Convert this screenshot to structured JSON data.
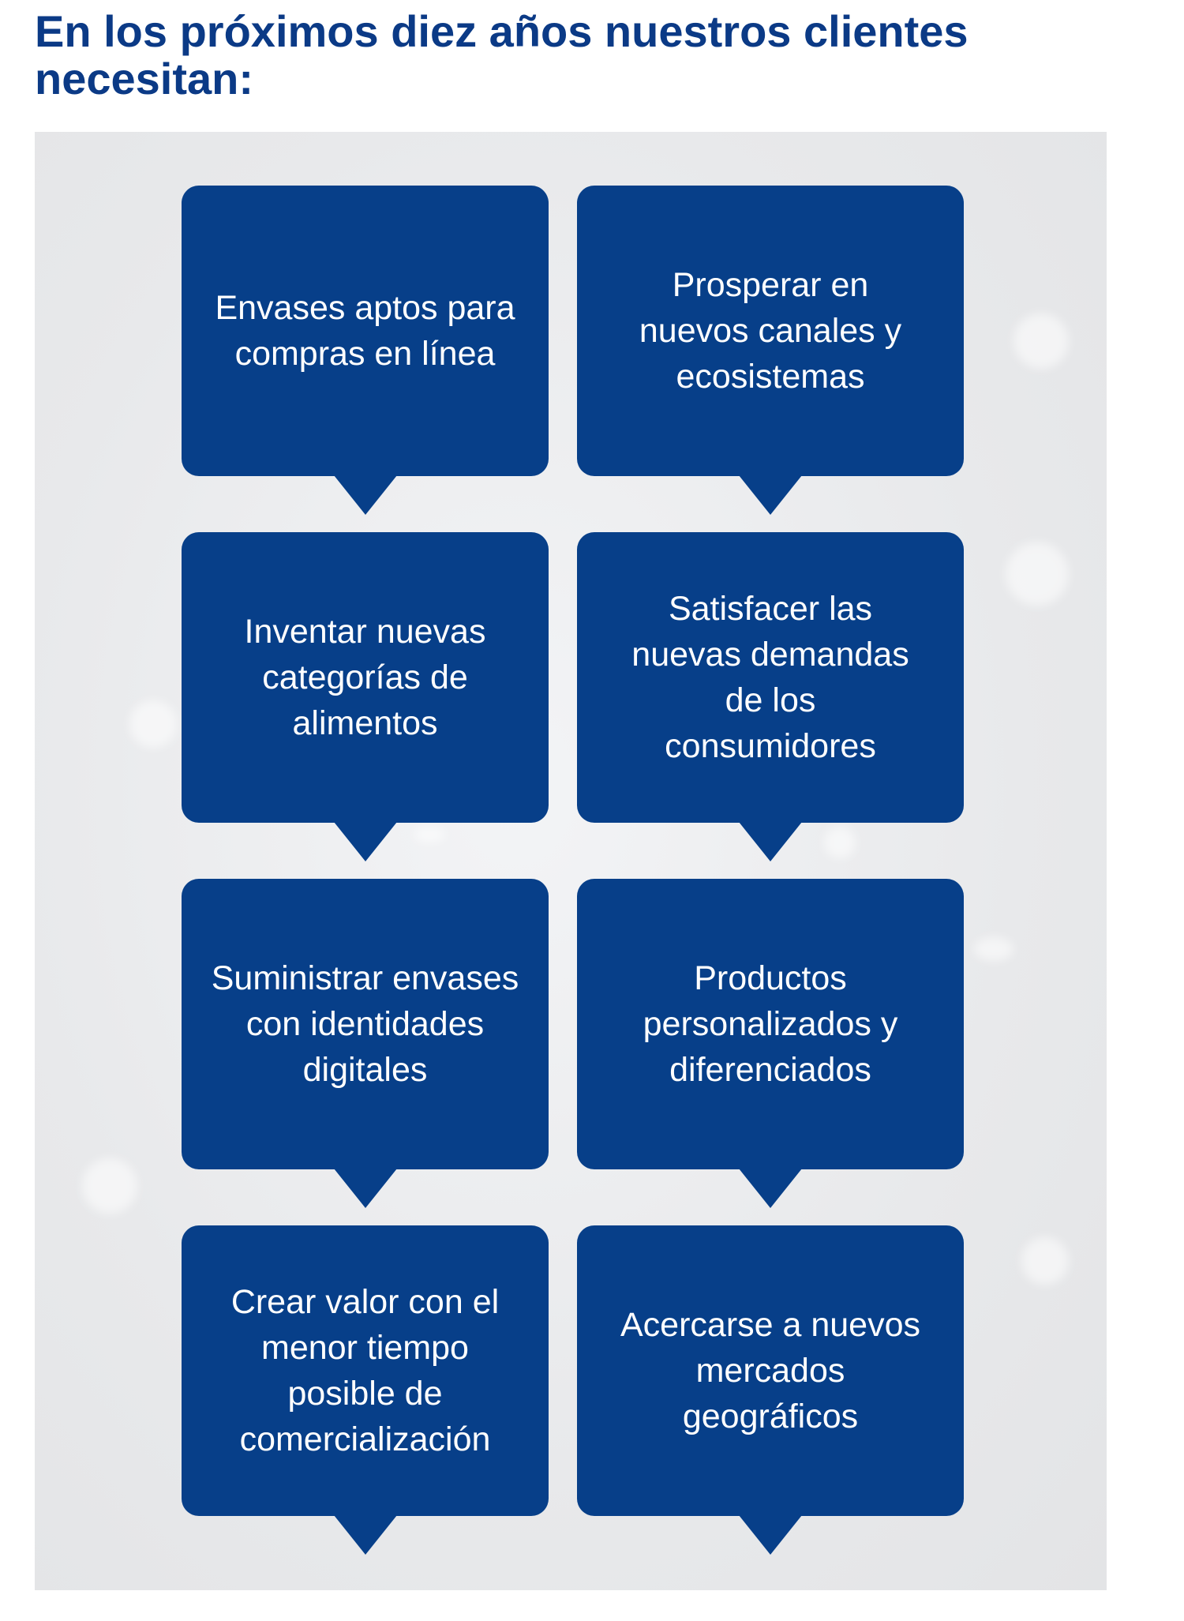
{
  "title": "En los próximos diez años nuestros clientes\nnecesitan:",
  "items": [
    {
      "text": "Envases aptos para\ncompras en línea"
    },
    {
      "text": "Prosperar en\nnuevos canales y\necosistemas"
    },
    {
      "text": "Inventar nuevas\ncategorías de\nalimentos"
    },
    {
      "text": "Satisfacer las\nnuevas demandas\nde los\nconsumidores"
    },
    {
      "text": "Suministrar envases\ncon identidades\ndigitales"
    },
    {
      "text": "Productos\npersonalizados y\ndiferenciados"
    },
    {
      "text": "Crear valor con el\nmenor tiempo\nposible de\ncomercialización"
    },
    {
      "text": "Acercarse a nuevos\nmercados\ngeográficos"
    }
  ],
  "colors": {
    "title": "#0b3a86",
    "bubble": "#073f89",
    "panel": "#e8e9eb",
    "bubble_text": "#ffffff"
  }
}
